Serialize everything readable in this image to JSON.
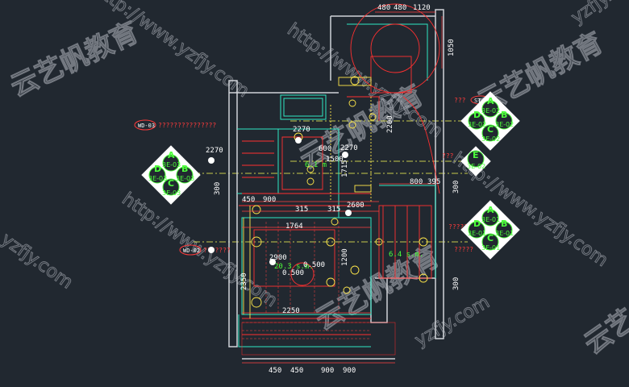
{
  "dimensions_top": [
    "480",
    "480",
    "1120"
  ],
  "dimension_1050": "1050",
  "dimensions": {
    "d2270a": "2270",
    "d2270b": "2270",
    "d2270c": "2270",
    "d600": "600",
    "d1500": "1500",
    "d1715": "1715",
    "d450": "450",
    "d900a": "900",
    "d315a": "315",
    "d315b": "315",
    "d2600": "2600",
    "d1764": "1764",
    "d300a": "300",
    "d300b": "300",
    "d300c": "300",
    "d800": "800",
    "d395": "395",
    "d2900": "2900",
    "d2250": "2250",
    "d2200": "2200",
    "d1200": "1200",
    "d2350": "2350"
  },
  "dimensions_bottom": [
    "450",
    "450",
    "900",
    "900"
  ],
  "area_labels": {
    "a1": "6.1 m",
    "a2": "20.3 s.m.",
    "a3": "6.4 s.m.",
    "level1": "0.500",
    "level2": "0.500"
  },
  "tags": {
    "wd03": "WD-03",
    "wd03_note": "???????????????",
    "wd02": "WD-02",
    "wd02_note": "???????",
    "st": "ST-0",
    "q1": "???",
    "q2": "???",
    "q3": "?????",
    "q4": "?????"
  },
  "symbol_left": {
    "top": "A",
    "left": "D",
    "right": "B",
    "bottom": "C",
    "c1": "3E-03",
    "c2": "3E-03",
    "c3": "3E-03",
    "c4": "3E-03"
  },
  "symbol_right_top": {
    "top": "A",
    "left": "D",
    "right": "B",
    "bottom": "C",
    "c1": "3E-02",
    "c2": "3E-02",
    "c3": "3E-02",
    "c4": "3E-02"
  },
  "symbol_right_mid": {
    "letter": "E",
    "code": "3E-02"
  },
  "symbol_right_bottom": {
    "top": "A",
    "left": "D",
    "right": "B",
    "bottom": "C",
    "c1": "3E-01",
    "c2": "3E-01",
    "c3": "3E-01",
    "c4": "3E-01"
  },
  "watermark": {
    "cn": "云艺帆教育",
    "url": "http://www.yzfjy.com",
    "url_short": "yzfjy.com",
    "fragment": "云艺"
  }
}
